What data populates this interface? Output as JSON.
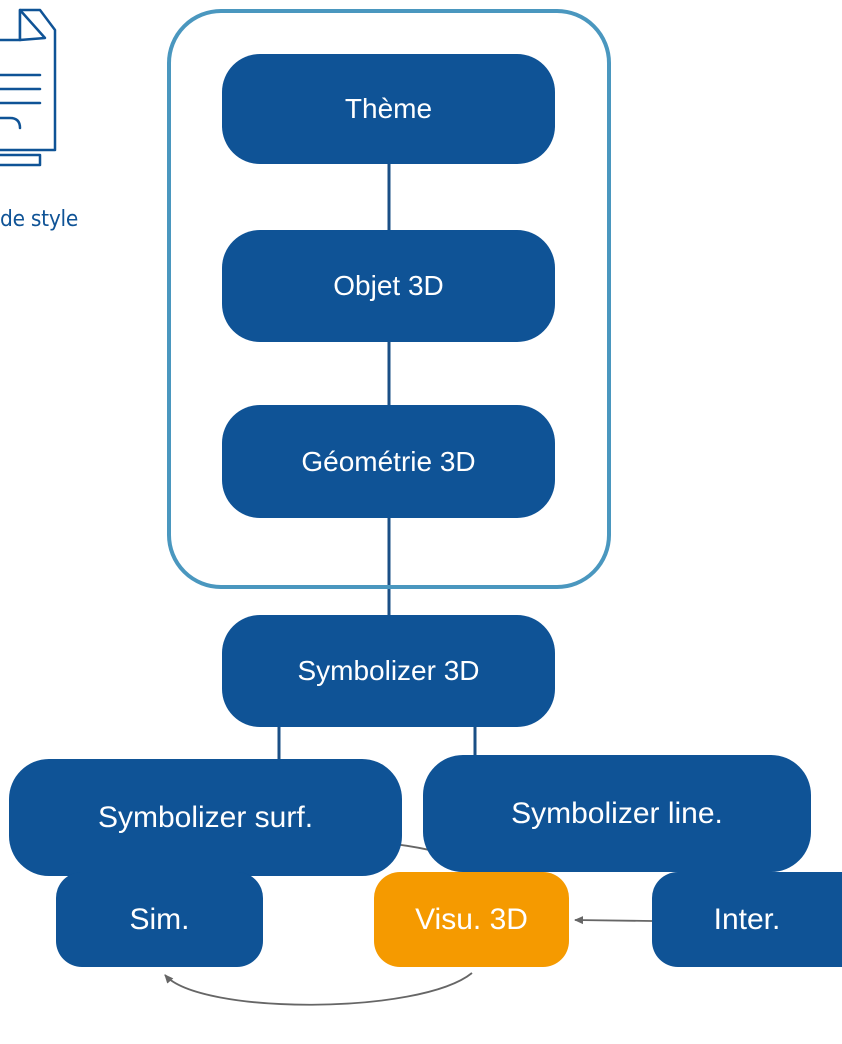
{
  "colors": {
    "node_fill": "#0f5396",
    "accent_fill": "#f59a00",
    "group_border": "#4a97bf",
    "connector": "#1a4f86",
    "arrow": "#666666"
  },
  "document": {
    "icon": "document-icon",
    "label": "de style"
  },
  "hierarchy": {
    "theme": "Thème",
    "object3d": "Objet 3D",
    "geometry3d": "Géométrie 3D",
    "symbolizer3d": "Symbolizer 3D",
    "symbolizer_surf": "Symbolizer surf.",
    "symbolizer_line": "Symbolizer line."
  },
  "bottom_flow": {
    "sim": "Sim.",
    "visu": "Visu. 3D",
    "inter": "Inter."
  }
}
